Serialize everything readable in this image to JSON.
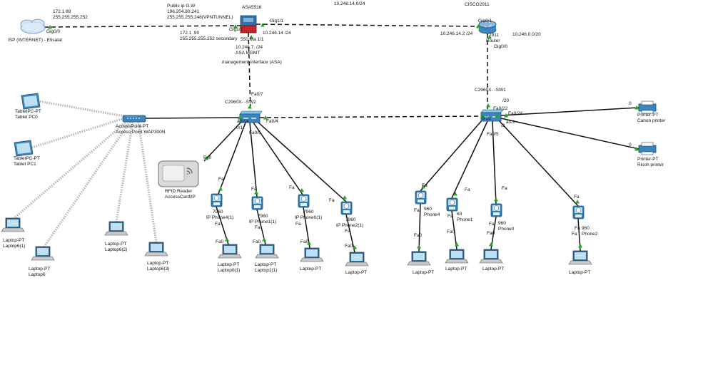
{
  "colors": {
    "link": "#111111",
    "link_dashed": "#111111",
    "wireless": "#b8b8b8",
    "port_up": "#22a822",
    "device_blue": "#2f7fb8",
    "device_light": "#bfe0f2"
  },
  "header": {
    "net_top": "10.246.14.0/24"
  },
  "isp": {
    "ip": "172.1      89",
    "mask": "255.255.255.252",
    "port": "Gig0/0",
    "label": "ISP (INTERNET) - Etisalat"
  },
  "asa": {
    "public_title": "Public ip G.W",
    "public_ip": "196.204.80.241",
    "public_mask": "255.255.255.248(VPNTUNNEL)",
    "name": "ASA5516",
    "port_left": "Gig1/2",
    "secondary_ip": "172.1      .90",
    "secondary_mask": "255.255.255.252 secondary",
    "model": "550   Ma 1/1",
    "port_right": "Gig1/1",
    "right_ip": "10.246.14      /24",
    "mgmt_ip": "10.246.7.     /24",
    "mgmt_name": "ASA MGMT",
    "mgmt_desc": "management interface (ASA)"
  },
  "router": {
    "name": "CISCO2911",
    "port_top": "Gig0/1",
    "model": "2911",
    "sub": "Router",
    "left_ip": "10.246.14.2    /24",
    "port_bottom": "Gig0/0",
    "right_net": "10.246.0.0/20"
  },
  "sw2": {
    "name": "C2960X-            -SW2",
    "port_top": "Fa0/7",
    "port_left": "a0/14",
    "port_right": "Fa0/4",
    "port_b1": "0/1",
    "port_b2": "Fa0/5"
  },
  "sw1": {
    "name": "C2960X-          -SW1",
    "port_top": "/20",
    "port_top2": "Fa0/22",
    "port_left": "0/19",
    "port_right": "Fa0/24",
    "port_r2": "a0/1",
    "port_b1": "Fa0/5",
    "port_b2": "/2"
  },
  "ap": {
    "name": "AccessPoint-PT",
    "model": "Access Point WAP300N"
  },
  "tablets": [
    {
      "type": "TabletPC-PT",
      "name": "Tablet PC0"
    },
    {
      "type": "TabletPC-PT",
      "name": "Tablet PC1"
    }
  ],
  "wifi_laptops": [
    {
      "type": "Laptop-PT",
      "name": "Laptop6(1)"
    },
    {
      "type": "Laptop-PT",
      "name": "Laptop6"
    },
    {
      "type": "Laptop-PT",
      "name": "Laptop6(2)"
    },
    {
      "type": "Laptop-PT",
      "name": "Laptop6(3)"
    }
  ],
  "rfid": {
    "name": "RFID Reader",
    "sub": "AccessCard/IP",
    "port": "Fa0"
  },
  "phones_sw2": [
    {
      "model": "7960",
      "name": "IP Phone4(1)",
      "up": "Fa",
      "down": "Fa",
      "laptop_port": "Fa0",
      "laptop_type": "Laptop-PT",
      "laptop": "Laptop0(1)"
    },
    {
      "model": "7960",
      "name": "IP Phone1(1)",
      "up": "Fa",
      "down": "Fa",
      "laptop_port": "Fa0",
      "laptop_type": "Laptop-PT",
      "laptop": "Laptop1(1)"
    },
    {
      "model": "7960",
      "name": "IP Phone0(1)",
      "up": "Fa",
      "down": "Fa",
      "laptop_port": "Fa0",
      "laptop_type": "Laptop-PT",
      "laptop": ""
    },
    {
      "model": "7960",
      "name": "IP Phone2(1)",
      "up": "Fa",
      "down": "Fa",
      "laptop_port": "Fa0",
      "laptop_type": "Laptop-PT",
      "laptop": ""
    }
  ],
  "phones_sw1": [
    {
      "model": "960",
      "name": "Phone4",
      "up": "Fa",
      "down": "Fa",
      "laptop_port": "Fa0",
      "laptop_type": "Laptop-PT"
    },
    {
      "model": "60",
      "name": "Phone1",
      "up": "Fa",
      "down": "Fa",
      "laptop_port": "Fa0",
      "laptop_type": "Laptop-PT"
    },
    {
      "model": "960",
      "name": "Phone0",
      "up": "Fa",
      "down": "Fa",
      "laptop_port": "Fa0",
      "laptop_type": "Laptop-PT"
    },
    {
      "model": "960",
      "name": "Phone2",
      "up": "Fa",
      "down": "Fa",
      "laptop_port": "Fa",
      "laptop_type": "Laptop-PT"
    }
  ],
  "printers": [
    {
      "type": "Printer-PT",
      "name": "Canon printer",
      "port": "0"
    },
    {
      "type": "Printer-PT",
      "name": "Ricoh printer",
      "port": "0"
    }
  ]
}
